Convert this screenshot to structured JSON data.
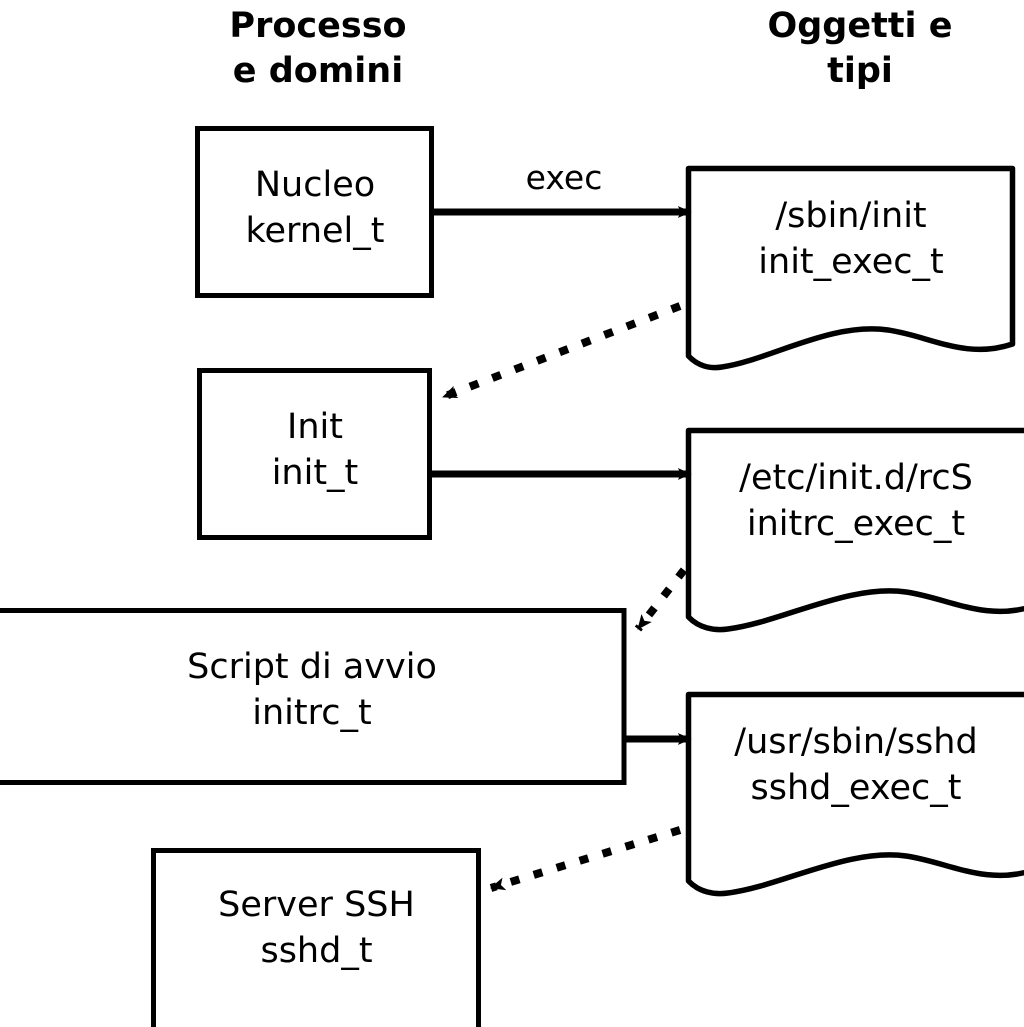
{
  "diagram": {
    "title_left": "Processo\ne domini",
    "title_right": "Oggetti e\ntipi",
    "stroke_color": "#000000",
    "fill_color": "#ffffff",
    "background": "#ffffff",
    "process_nodes": [
      {
        "id": "kernel",
        "name": "Nucleo",
        "type": "kernel_t",
        "label": "Nucleo\nkernel_t"
      },
      {
        "id": "init",
        "name": "Init",
        "type": "init_t",
        "label": "Init\ninit_t"
      },
      {
        "id": "initrc",
        "name": "Script di avvio",
        "type": "initrc_t",
        "label": "Script di avvio\ninitrc_t"
      },
      {
        "id": "sshd",
        "name": "Server SSH",
        "type": "sshd_t",
        "label": "Server SSH\nsshd_t"
      }
    ],
    "object_nodes": [
      {
        "id": "init_exec",
        "path": "/sbin/init",
        "type": "init_exec_t",
        "label": "/sbin/init\ninit_exec_t"
      },
      {
        "id": "initrc_exec",
        "path": "/etc/init.d/rcS",
        "type": "initrc_exec_t",
        "label": "/etc/init.d/rcS\ninitrc_exec_t"
      },
      {
        "id": "sshd_exec",
        "path": "/usr/sbin/sshd",
        "type": "sshd_exec_t",
        "label": "/usr/sbin/sshd\nsshd_exec_t"
      }
    ],
    "edges": [
      {
        "id": "e1",
        "from": "kernel",
        "to": "init_exec",
        "style": "solid",
        "label": "exec"
      },
      {
        "id": "e2",
        "from": "init_exec",
        "to": "init",
        "style": "dotted",
        "label": ""
      },
      {
        "id": "e3",
        "from": "init",
        "to": "initrc_exec",
        "style": "solid",
        "label": ""
      },
      {
        "id": "e4",
        "from": "initrc_exec",
        "to": "initrc",
        "style": "dotted",
        "label": ""
      },
      {
        "id": "e5",
        "from": "initrc",
        "to": "sshd_exec",
        "style": "solid",
        "label": ""
      },
      {
        "id": "e6",
        "from": "sshd_exec",
        "to": "sshd",
        "style": "dotted",
        "label": ""
      }
    ]
  }
}
